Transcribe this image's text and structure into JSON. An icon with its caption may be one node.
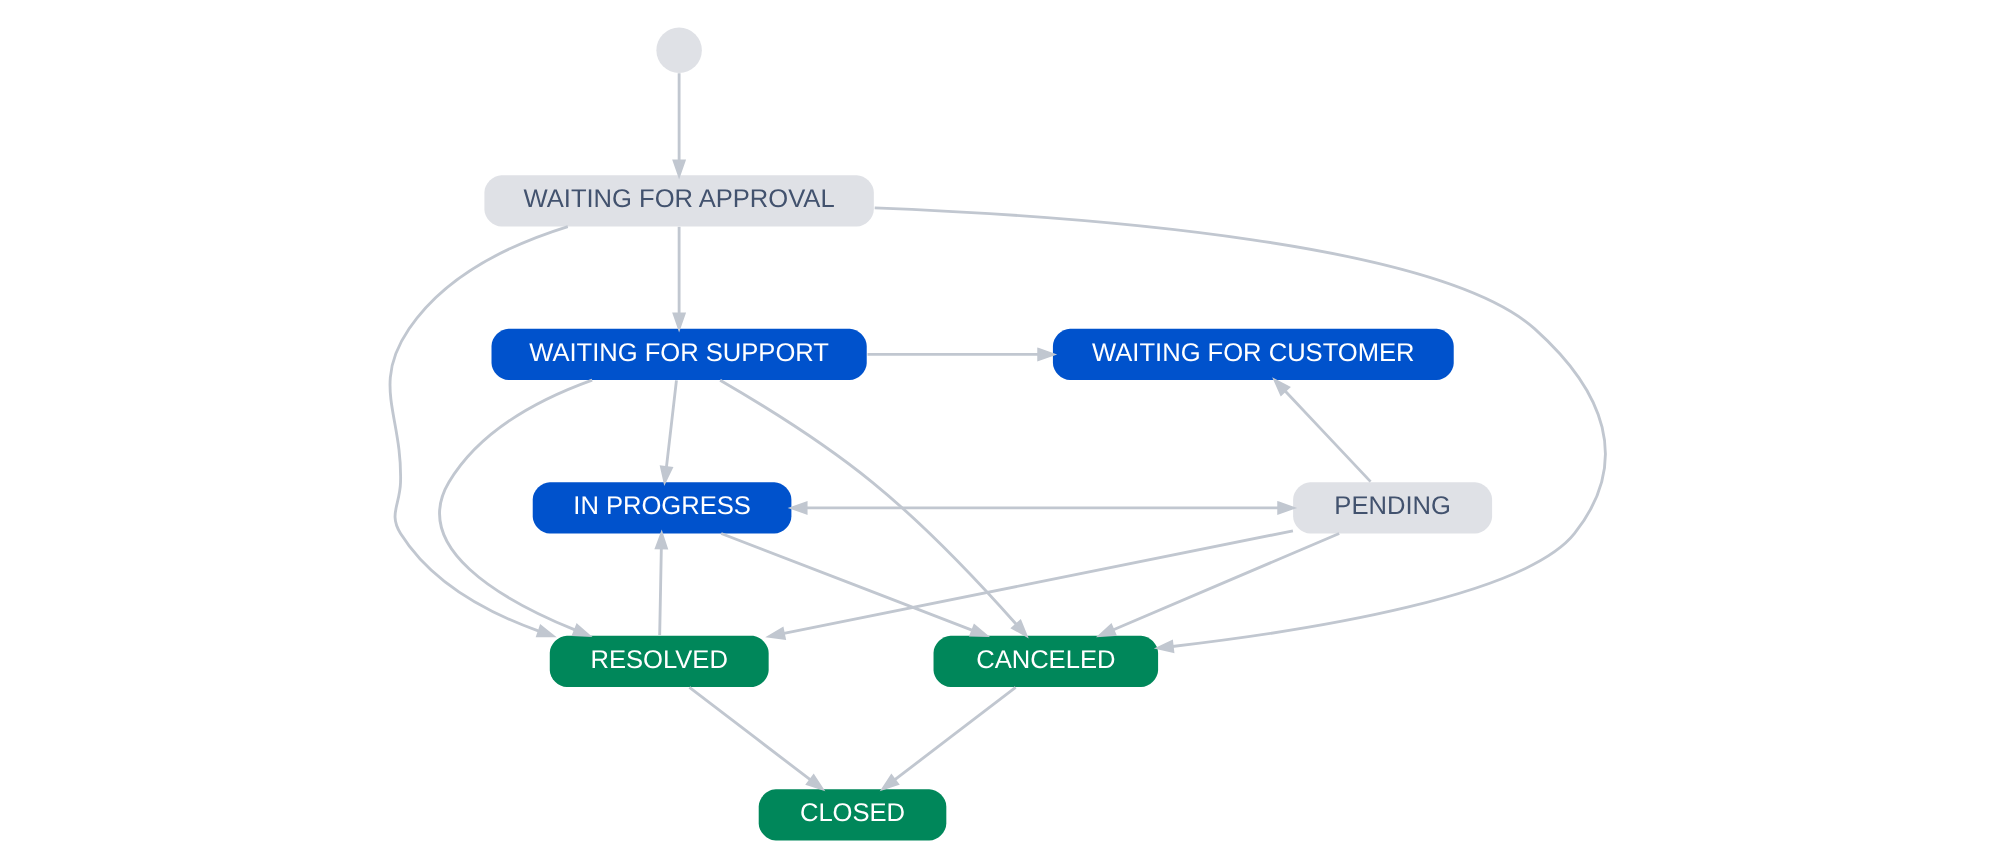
{
  "diagram": {
    "nodes": [
      {
        "text": [],
        "shape": "circle"
      },
      {
        "text": [
          "WAITING FOR APPROVAL"
        ]
      },
      {
        "text": [
          "WAITING FOR SUPPORT"
        ]
      },
      {
        "text": [
          "WAITING FOR CUSTOMER"
        ]
      },
      {
        "text": [
          "IN PROGRESS"
        ]
      },
      {
        "text": [
          "PENDING"
        ]
      },
      {
        "text": [
          "RESOLVED"
        ]
      },
      {
        "text": [
          "CANCELED"
        ]
      },
      {
        "text": [
          "CLOSED"
        ]
      }
    ],
    "edges": [
      {
        "from": 0,
        "to": 1,
        "arrow": "to"
      },
      {
        "from": 1,
        "to": 2,
        "arrow": "to"
      },
      {
        "from": 1,
        "to": 7,
        "arrow": "to"
      },
      {
        "from": 1,
        "to": 6,
        "arrow": "to"
      },
      {
        "from": 2,
        "to": 3,
        "arrow": "to"
      },
      {
        "from": 2,
        "to": 4,
        "arrow": "to"
      },
      {
        "from": 2,
        "to": 6,
        "arrow": "to"
      },
      {
        "from": 2,
        "to": 7,
        "arrow": "to"
      },
      {
        "from": 4,
        "to": 5,
        "arrow": "both"
      },
      {
        "from": 4,
        "to": 7,
        "arrow": "to"
      },
      {
        "from": 5,
        "to": 3,
        "arrow": "to"
      },
      {
        "from": 5,
        "to": 7,
        "arrow": "to"
      },
      {
        "from": 5,
        "to": 6,
        "arrow": "to"
      },
      {
        "from": 6,
        "to": 4,
        "arrow": "to"
      },
      {
        "from": 6,
        "to": 8,
        "arrow": "to"
      },
      {
        "from": 7,
        "to": 8,
        "arrow": "to"
      }
    ]
  }
}
